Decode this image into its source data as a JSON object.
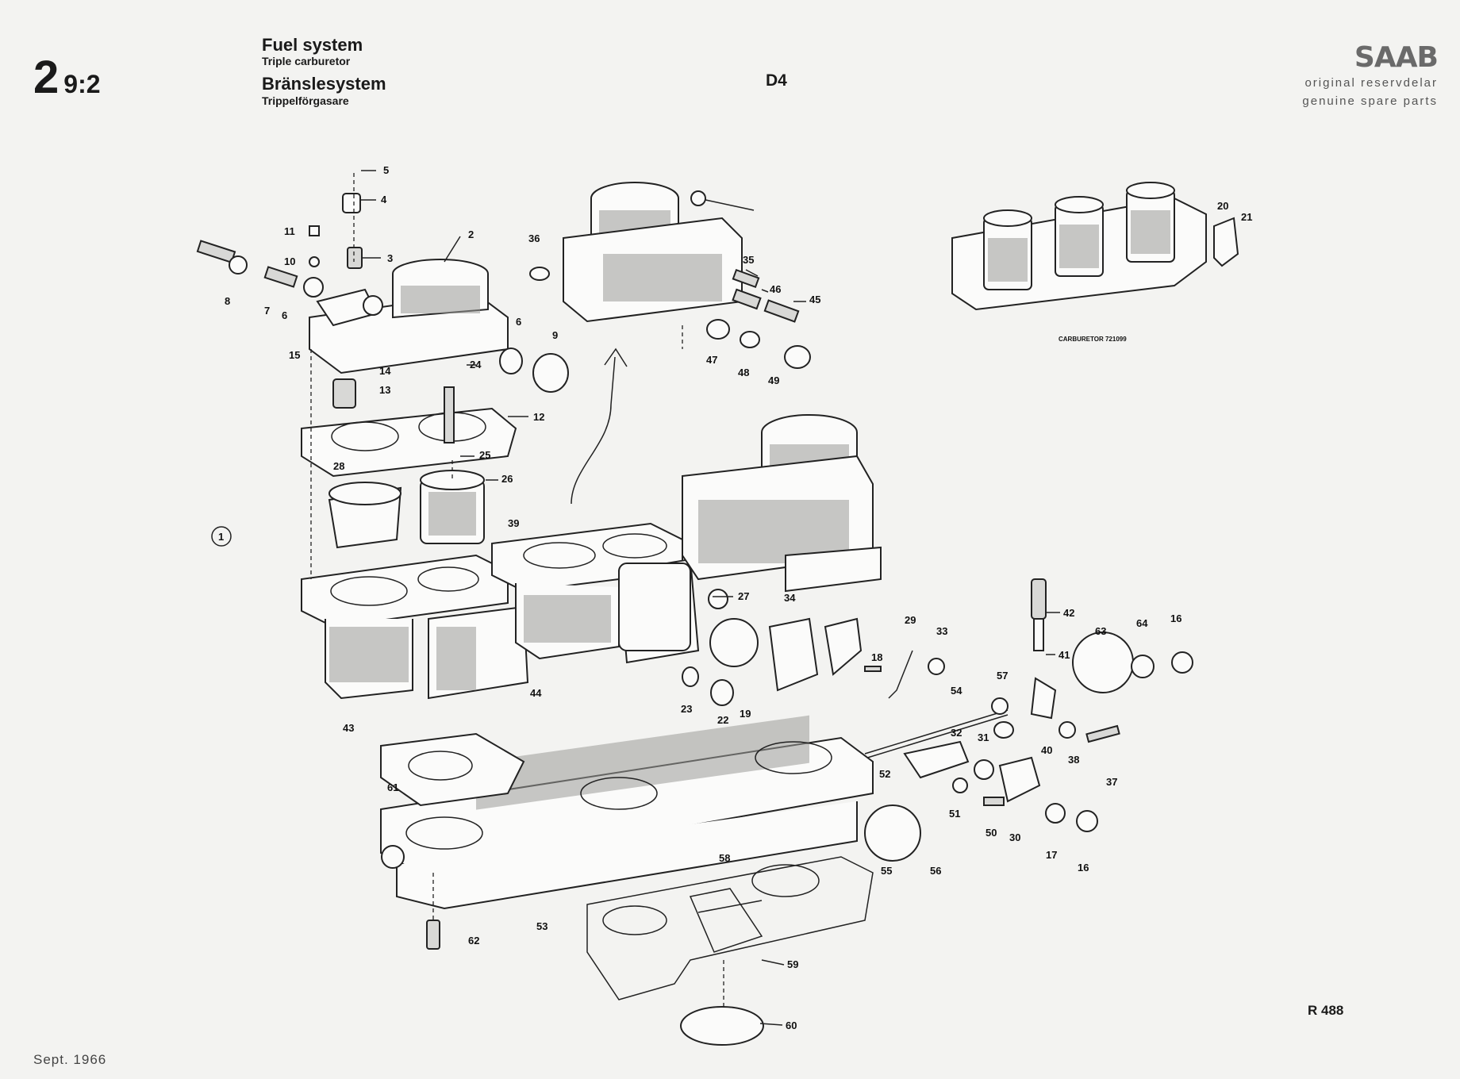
{
  "header": {
    "section_major": "2",
    "section_minor": "9:2",
    "title_en": "Fuel system",
    "subtitle_en": "Triple carburetor",
    "title_sv": "Bränslesystem",
    "subtitle_sv": "Trippelförgasare",
    "model": "D4",
    "brand_logo": "SAAB",
    "brand_line_sv": "original reservdelar",
    "brand_line_en": "genuine spare parts"
  },
  "inset_caption": "CARBURETOR 721099",
  "circled_marker": "1",
  "footer": {
    "reference": "R 488",
    "date": "Sept. 1966"
  },
  "part_labels": [
    "2",
    "3",
    "4",
    "5",
    "6",
    "6",
    "7",
    "8",
    "9",
    "10",
    "11",
    "12",
    "13",
    "14",
    "15",
    "16",
    "16",
    "17",
    "18",
    "19",
    "20",
    "21",
    "22",
    "23",
    "24",
    "25",
    "26",
    "27",
    "28",
    "29",
    "30",
    "31",
    "32",
    "33",
    "34",
    "35",
    "36",
    "37",
    "38",
    "39",
    "40",
    "41",
    "42",
    "43",
    "44",
    "45",
    "46",
    "47",
    "48",
    "49",
    "50",
    "51",
    "52",
    "53",
    "54",
    "55",
    "56",
    "57",
    "58",
    "59",
    "60",
    "61",
    "62",
    "63",
    "64"
  ]
}
